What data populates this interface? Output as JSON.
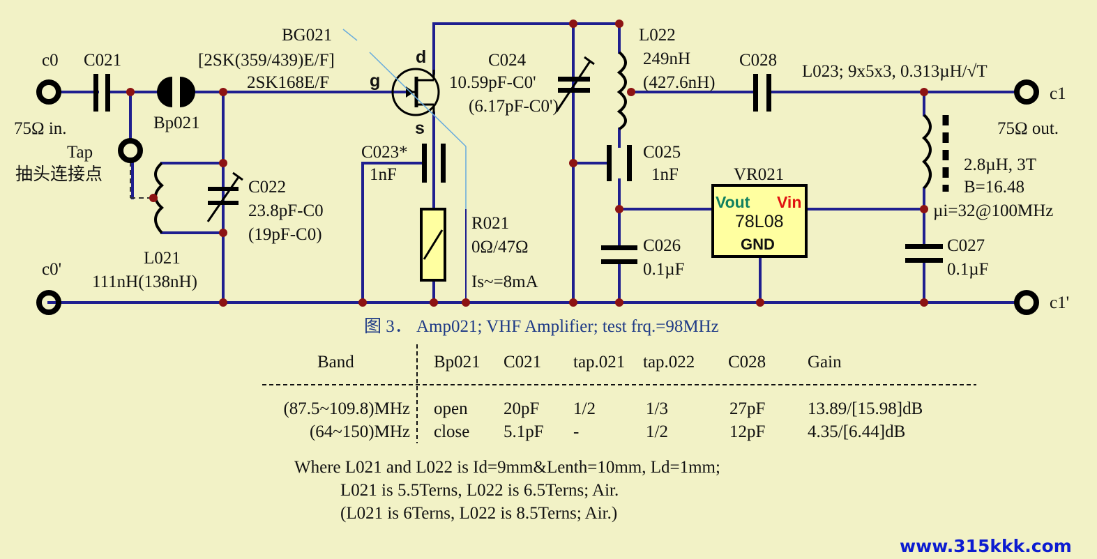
{
  "labels": {
    "c0": "c0",
    "c0p": "c0'",
    "c1": "c1",
    "c1p": "c1'",
    "in_imp": "75Ω in.",
    "out_imp": "75Ω out.",
    "tap": "Tap",
    "tap_cn": "抽头连接点",
    "C021": "C021",
    "Bp021": "Bp021",
    "BG021": "BG021",
    "BG021_alt": "[2SK(359/439)E/F]",
    "BG021_part": "2SK168E/F",
    "pin_d": "d",
    "pin_g": "g",
    "pin_s": "s",
    "C022": "C022",
    "C022_v1": "23.8pF-C0",
    "C022_v2": "(19pF-C0)",
    "L021": "L021",
    "L021_v": "111nH(138nH)",
    "C023": "C023*",
    "C023_v": "1nF",
    "R021": "R021",
    "R021_v": "0Ω/47Ω",
    "Is": "Is~=8mA",
    "C024": "C024",
    "C024_v1": "10.59pF-C0'",
    "C024_v2": "(6.17pF-C0')",
    "L022": "L022",
    "L022_v1": "249nH",
    "L022_v2": "(427.6nH)",
    "C025": "C025",
    "C025_v": "1nF",
    "C026": "C026",
    "C026_v": "0.1µF",
    "C028": "C028",
    "L023": "L023; 9x5x3, 0.313µH/√T",
    "VR021": "VR021",
    "Vout": "Vout",
    "Vin": "Vin",
    "reg_part": "78L08",
    "GND": "GND",
    "choke_v1": "2.8µH, 3T",
    "choke_v2": "B=16.48",
    "choke_v3": "µi=32@100MHz",
    "C027": "C027",
    "C027_v": "0.1µF"
  },
  "caption": "图 3． Amp021; VHF Amplifier; test frq.=98MHz",
  "table": {
    "headers": [
      "Band",
      "Bp021",
      "C021",
      "tap.021",
      "tap.022",
      "C028",
      "Gain"
    ],
    "rows": [
      [
        "(87.5~109.8)MHz",
        "open",
        "20pF",
        "1/2",
        "1/3",
        "27pF",
        "13.89/[15.98]dB"
      ],
      [
        "(64~150)MHz",
        "close",
        "5.1pF",
        "-",
        "1/2",
        "12pF",
        "4.35/[6.44]dB"
      ]
    ]
  },
  "notes": [
    "Where L021 and L022 is Id=9mm&Lenth=10mm, Ld=1mm;",
    "L021 is 5.5Terns, L022 is 6.5Terns; Air.",
    "(L021 is 6Terns, L022 is 8.5Terns; Air.)"
  ],
  "watermark": "www.315kkk.com",
  "colors": {
    "background": "#f2f2c6",
    "wire": "#1f1f8f",
    "node": "#8c1313",
    "regulator_fill": "#ffffa0",
    "resistor_fill": "#ffffa0",
    "vout": "#108060",
    "vin": "#e01010",
    "caption": "#1e3a86",
    "watermark": "#0c1cd0"
  }
}
